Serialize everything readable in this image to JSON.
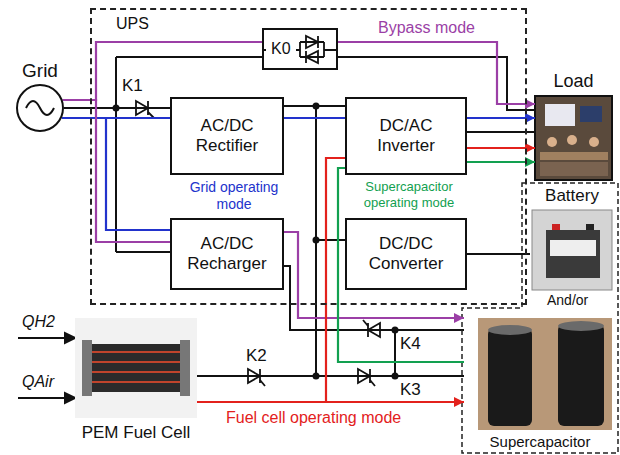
{
  "diagram": {
    "nodes": [
      {
        "text": [
          "UPS"
        ]
      },
      {
        "text": [
          "K0"
        ],
        "in": 0
      },
      {
        "text": [
          "AC/DC Rectifier"
        ],
        "in": 0
      },
      {
        "text": [
          "DC/AC Inverter"
        ],
        "in": 0
      },
      {
        "text": [
          "AC/DC Recharger"
        ],
        "in": 0
      },
      {
        "text": [
          "DC/DC Converter"
        ],
        "in": 0
      },
      {
        "text": [
          "Grid"
        ]
      },
      {
        "text": [
          "Load"
        ]
      },
      {
        "text": [
          "Battery"
        ]
      },
      {
        "text": [
          "Supercapacitor"
        ]
      },
      {
        "text": [
          "PEM Fuel Cell"
        ]
      }
    ],
    "edges": [
      {
        "from": 6,
        "to": 1,
        "arrow": "none"
      },
      {
        "from": 1,
        "to": 7,
        "arrow": "to"
      },
      {
        "from": 6,
        "to": 2,
        "arrow": "none"
      },
      {
        "from": 6,
        "to": 4,
        "arrow": "none"
      },
      {
        "from": 6,
        "to": 4,
        "arrow": "none"
      },
      {
        "from": 2,
        "to": 3,
        "arrow": "none"
      },
      {
        "from": 3,
        "to": 7,
        "arrow": "to"
      },
      {
        "from": 4,
        "to": 9,
        "arrow": "to"
      },
      {
        "from": 5,
        "to": 8,
        "arrow": "none"
      },
      {
        "from": 10,
        "to": 9,
        "arrow": "to"
      },
      {
        "from": 10,
        "to": 3,
        "arrow": "none"
      },
      {
        "from": 3,
        "to": 7,
        "arrow": "to"
      },
      {
        "from": 9,
        "to": 3,
        "arrow": "none"
      },
      {
        "from": 3,
        "to": 7,
        "arrow": "to"
      }
    ],
    "labels": [
      "Bypass mode",
      "K1",
      "Grid operating mode",
      "Supercapacitor operating mode",
      "K2",
      "K3",
      "K4",
      "And/or",
      "QH2",
      "QAir",
      "Fuel cell operating mode"
    ]
  }
}
